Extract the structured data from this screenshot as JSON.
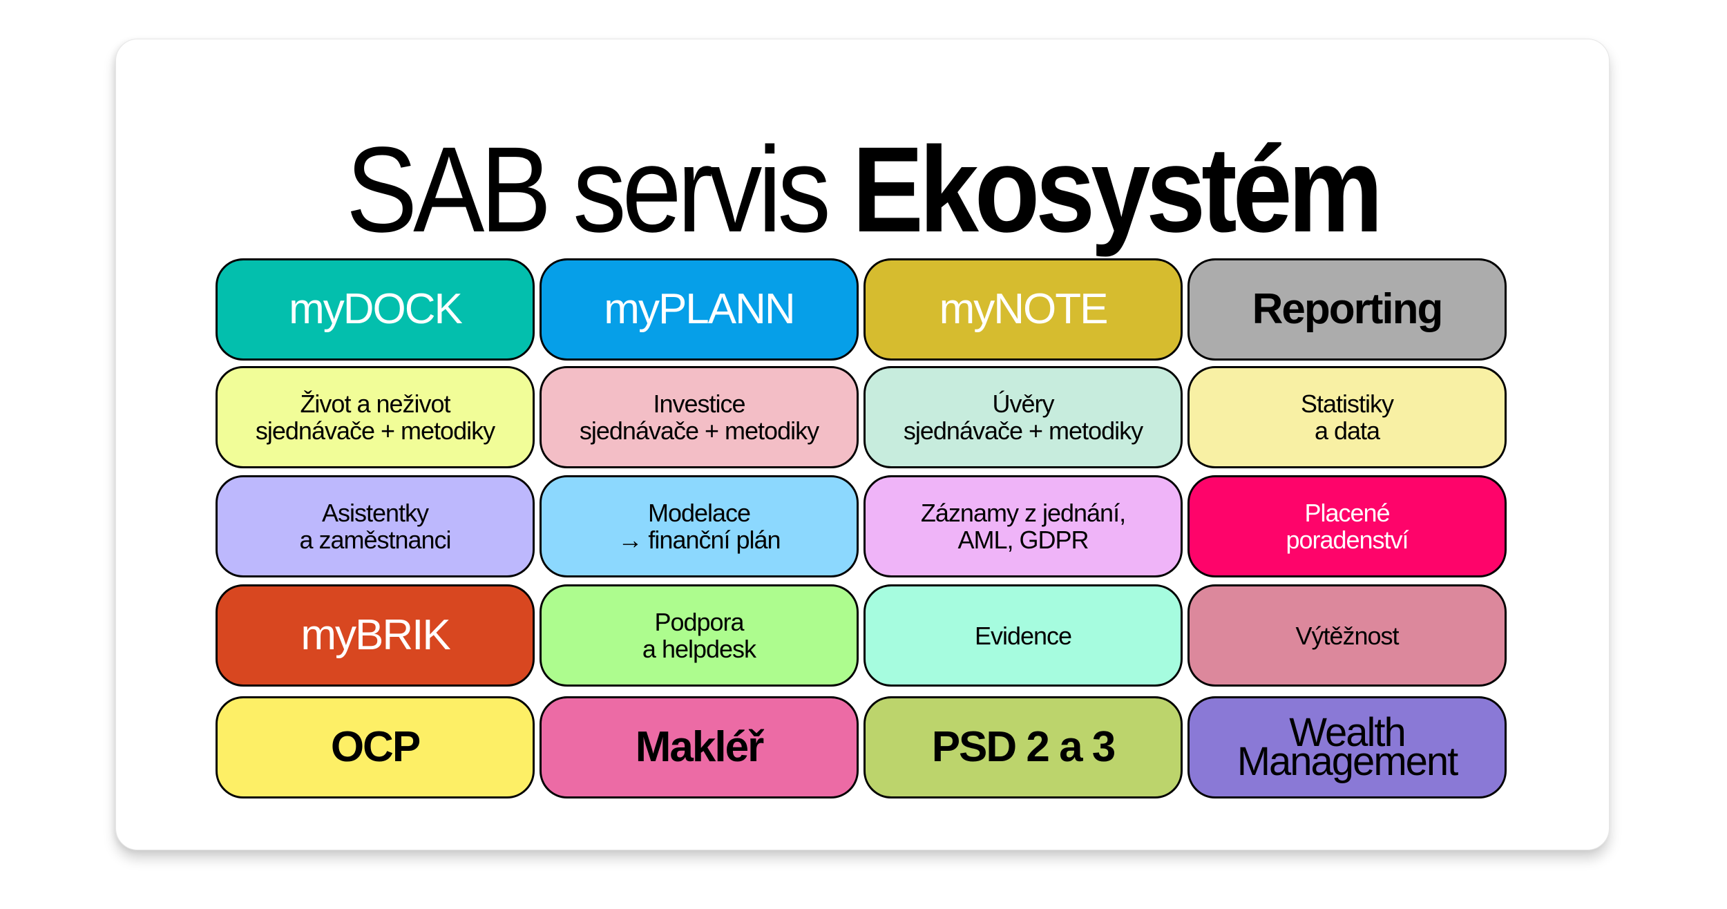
{
  "title": {
    "light": "SAB servis ",
    "bold": "Ekosystém"
  },
  "tiles": [
    {
      "label": "myDOCK",
      "bg": "#03bfad",
      "text_color": "white",
      "style": "big"
    },
    {
      "label": "myPLANN",
      "bg": "#069fe8",
      "text_color": "white",
      "style": "big"
    },
    {
      "label": "myNOTE",
      "bg": "#d6bc2f",
      "text_color": "white",
      "style": "big"
    },
    {
      "label": "Reporting",
      "bg": "#acacac",
      "text_color": "black",
      "style": "big"
    },
    {
      "label": "Život a neživot\nsjednávače + metodiky",
      "bg": "#f1fd98",
      "text_color": "black",
      "style": "small"
    },
    {
      "label": "Investice\nsjednávače + metodiky",
      "bg": "#f3bec6",
      "text_color": "black",
      "style": "small"
    },
    {
      "label": "Úvěry\nsjednávače + metodiky",
      "bg": "#c7ecdd",
      "text_color": "black",
      "style": "small"
    },
    {
      "label": "Statistiky\na data",
      "bg": "#f8f0a4",
      "text_color": "black",
      "style": "small"
    },
    {
      "label": "Asistentky\na zaměstnanci",
      "bg": "#bdb8fd",
      "text_color": "black",
      "style": "small"
    },
    {
      "label": "Modelace\n→ finanční plán",
      "bg": "#8cd8fe",
      "text_color": "black",
      "style": "small"
    },
    {
      "label": "Záznamy z jednání,\nAML, GDPR",
      "bg": "#efb4f8",
      "text_color": "black",
      "style": "small"
    },
    {
      "label": "Placené\nporadenství",
      "bg": "#fe046a",
      "text_color": "white",
      "style": "small"
    },
    {
      "label": "myBRIK",
      "bg": "#d84720",
      "text_color": "white",
      "style": "big"
    },
    {
      "label": "Podpora\na helpdesk",
      "bg": "#adfc8e",
      "text_color": "black",
      "style": "small"
    },
    {
      "label": "Evidence",
      "bg": "#a6fcdf",
      "text_color": "black",
      "style": "small"
    },
    {
      "label": "Výtěžnost",
      "bg": "#dc889c",
      "text_color": "black",
      "style": "small"
    },
    {
      "label": "OCP",
      "bg": "#fdef66",
      "text_color": "black",
      "style": "big"
    },
    {
      "label": "Makléř",
      "bg": "#ec6ba5",
      "text_color": "black",
      "style": "big"
    },
    {
      "label": "PSD 2 a 3",
      "bg": "#bcd46c",
      "text_color": "black",
      "style": "big"
    },
    {
      "label": "Wealth\nManagement",
      "bg": "#8a79d6",
      "text_color": "black",
      "style": "tight"
    }
  ]
}
